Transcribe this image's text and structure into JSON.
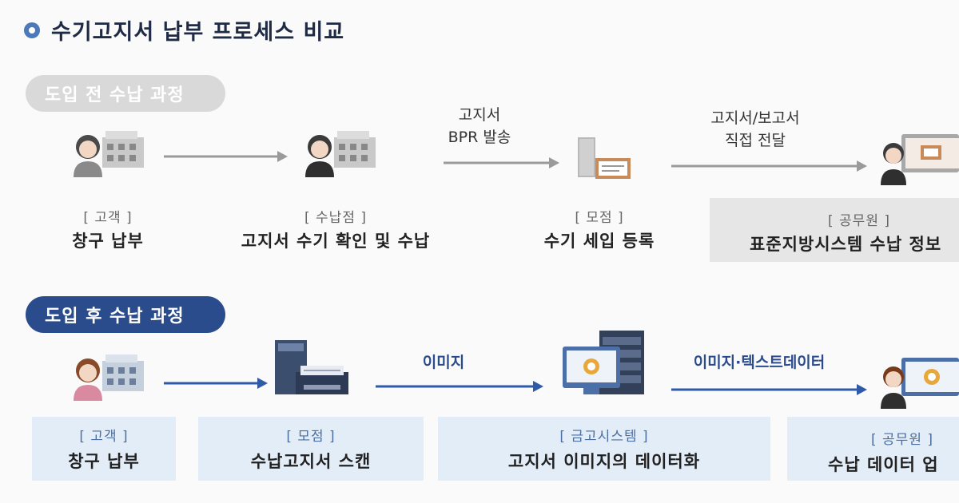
{
  "title": "수기고지서 납부 프로세스 비교",
  "before": {
    "label": "도입 전 수납 과정",
    "steps": [
      {
        "role": "[ 고객 ]",
        "caption": "창구 납부"
      },
      {
        "role": "[ 수납점 ]",
        "caption": "고지서 수기 확인 및 수납"
      },
      {
        "role": "[ 모점 ]",
        "caption": "수기 세입 등록"
      },
      {
        "role": "[ 공무원 ]",
        "caption": "표준지방시스템 수납 정보"
      }
    ],
    "arrows": [
      {
        "label_line1": "고지서",
        "label_line2": "BPR 발송"
      },
      {
        "label_line1": "고지서/보고서",
        "label_line2": "직접 전달"
      }
    ]
  },
  "after": {
    "label": "도입 후 수납 과정",
    "steps": [
      {
        "role": "[ 고객 ]",
        "caption": "창구 납부"
      },
      {
        "role": "[ 모점 ]",
        "caption": "수납고지서 스캔"
      },
      {
        "role": "[ 금고시스템 ]",
        "caption": "고지서 이미지의 데이터화"
      },
      {
        "role": "[ 공무원 ]",
        "caption": "수납 데이터 업"
      }
    ],
    "arrows": [
      {
        "label": "이미지"
      },
      {
        "label": "이미지·텍스트데이터"
      }
    ]
  },
  "icons": {
    "title_bullet": "circle-bullet-icon",
    "person_building": "person-with-building-icon",
    "scanner": "scanner-icon",
    "server": "server-computer-icon",
    "officer": "officer-with-monitor-icon"
  },
  "colors": {
    "before_pill": "#d9d9d9",
    "after_pill": "#2b4c8c",
    "after_box": "#e3edf8",
    "before_box": "#e6e6e6",
    "arrow_before": "#9a9a9a",
    "arrow_after": "#2f5aa8"
  }
}
